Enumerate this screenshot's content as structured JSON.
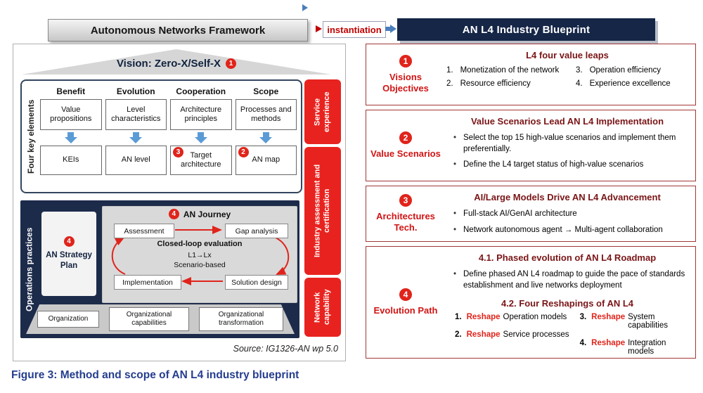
{
  "header": {
    "framework_title": "Autonomous Networks Framework",
    "instantiation_label": "instantiation",
    "blueprint_title": "AN L4 Industry Blueprint"
  },
  "colors": {
    "navy": "#152647",
    "red_accent": "#e0241b",
    "maroon_title": "#7a1517",
    "blue_arrow": "#5b9bd5",
    "sidebar_red": "#e8231f",
    "caption_blue": "#253d8f"
  },
  "framework": {
    "vision": {
      "badge": "1",
      "title": "Vision: Zero-X/Self-X"
    },
    "four_key_elements_label": "Four key elements",
    "columns": [
      {
        "header": "Benefit",
        "element": "Value propositions",
        "output": "KEIs",
        "badge": ""
      },
      {
        "header": "Evolution",
        "element": "Level characteristics",
        "output": "AN level",
        "badge": ""
      },
      {
        "header": "Cooperation",
        "element": "Architecture principles",
        "output": "Target architecture",
        "badge": "3"
      },
      {
        "header": "Scope",
        "element": "Processes and methods",
        "output": "AN map",
        "badge": "2"
      }
    ],
    "side_bars": [
      {
        "label": "Service experience"
      },
      {
        "label": "Industry assessment and certification"
      },
      {
        "label": "Network capability"
      }
    ],
    "operations": {
      "label": "Operations practices",
      "strategy_badge": "4",
      "strategy_label": "AN Strategy Plan",
      "journey_badge": "4",
      "journey_title": "AN Journey",
      "assessment": "Assessment",
      "gap_analysis": "Gap analysis",
      "closed_loop": "Closed-loop evaluation",
      "levels": "L1→Lx",
      "scenario": "Scenario-based",
      "implementation": "Implementation",
      "solution_design": "Solution design",
      "org_boxes": [
        "Organization",
        "Organizational capabilities",
        "Organizational transformation"
      ]
    },
    "source": "Source: IG1326-AN wp 5.0"
  },
  "blueprint": {
    "sections": [
      {
        "badge": "1",
        "label": "Visions Objectives",
        "title": "L4 four value leaps",
        "items": [
          {
            "num": "1.",
            "text": "Monetization of the network"
          },
          {
            "num": "2.",
            "text": "Resource efficiency"
          },
          {
            "num": "3.",
            "text": "Operation efficiency"
          },
          {
            "num": "4.",
            "text": "Experience excellence"
          }
        ]
      },
      {
        "badge": "2",
        "label": "Value Scenarios",
        "title": "Value Scenarios Lead AN L4 Implementation",
        "bullets": [
          "Select the top 15 high-value scenarios and implement them preferentially.",
          "Define the L4 target status of high-value scenarios"
        ]
      },
      {
        "badge": "3",
        "label": "Architectures Tech.",
        "title": "AI/Large Models Drive AN L4 Advancement",
        "bullets": [
          "Full-stack AI/GenAI architecture",
          "Network autonomous agent → Multi-agent collaboration"
        ]
      },
      {
        "badge": "4",
        "label": "Evolution Path",
        "title_1": "4.1. Phased evolution of AN L4 Roadmap",
        "bullets": [
          "Define phased AN L4 roadmap to guide the pace of standards establishment and live networks deployment"
        ],
        "title_2": "4.2. Four Reshapings of AN L4",
        "reshapings": [
          {
            "num": "1.",
            "red": "Reshape",
            "text": "Operation models"
          },
          {
            "num": "2.",
            "red": "Reshape",
            "text": "Service processes"
          },
          {
            "num": "3.",
            "red": "Reshape",
            "text": "System capabilities"
          },
          {
            "num": "4.",
            "red": "Reshape",
            "text": "Integration models"
          }
        ]
      }
    ]
  },
  "caption": "Figure 3: Method and scope of AN L4 industry blueprint"
}
